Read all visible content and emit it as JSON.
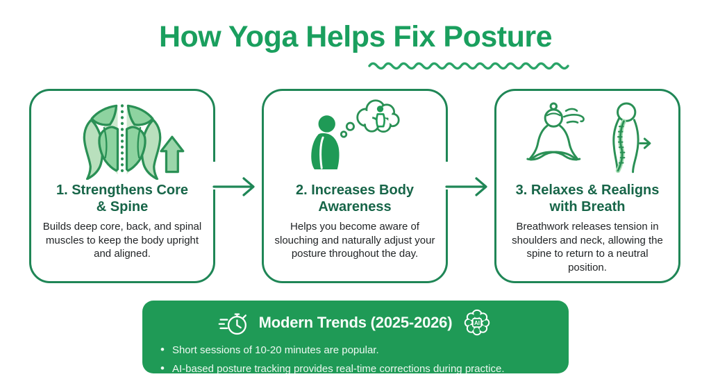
{
  "page": {
    "title": "How Yoga Helps Fix Posture"
  },
  "colors": {
    "title_green": "#1a9f5e",
    "card_border_green": "#1f8656",
    "card_title_green": "#176548",
    "icon_stroke_green": "#2a9055",
    "icon_fill_light": "#b9e0bd",
    "icon_fill_medium": "#8ed3a0",
    "banner_green": "#1f9a56",
    "body_text": "#212426"
  },
  "cards": [
    {
      "icon": "back-muscles-icon",
      "title_line1": "1. Strengthens Core",
      "title_line2": "& Spine",
      "body": "Builds deep core, back, and spinal muscles to keep the body upright and aligned."
    },
    {
      "icon": "slouching-awareness-icon",
      "title_line1": "2. Increases Body",
      "title_line2": "Awareness",
      "body": "Helps you become aware of slouching and naturally adjust your posture throughout the day."
    },
    {
      "icon": "meditation-breath-icon",
      "title_line1": "3. Relaxes & Realigns",
      "title_line2": "with Breath",
      "body": "Breathwork releases tension in shoulders and neck, allowing the spine to return to a neutral position."
    }
  ],
  "banner": {
    "left_icon": "stopwatch-icon",
    "right_icon": "ai-brain-icon",
    "title": "Modern Trends (2025-2026)",
    "ai_chip_label": "AI",
    "bullets": [
      "Short sessions of 10-20 minutes are popular.",
      "AI-based posture tracking provides real-time corrections during practice."
    ]
  }
}
